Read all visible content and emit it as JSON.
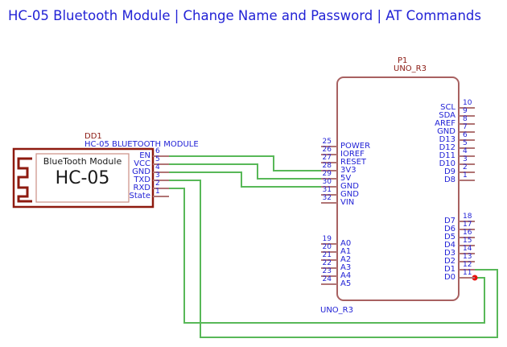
{
  "title": "HC-05 Bluetooth Module | Change Name and Password | AT Commands",
  "colors": {
    "blue_text": "#2222D6",
    "dark_red_text": "#8B1A12",
    "dark_red": "#8E1A0F",
    "component_border": "#A86161",
    "inner_border": "#CC8E84",
    "pin_lead": "#B07474",
    "wire_green": "#58B858",
    "junction_red": "#E8120C",
    "text_black": "#1A1A1A"
  },
  "hc05": {
    "ref": "DD1",
    "label": "HC-05 BLUETOOTH MODULE",
    "board_title": "BlueTooth Module",
    "board_name": "HC-05",
    "pins": [
      {
        "num": "6",
        "name": "EN"
      },
      {
        "num": "5",
        "name": "VCC"
      },
      {
        "num": "4",
        "name": "GND"
      },
      {
        "num": "3",
        "name": "TXD"
      },
      {
        "num": "2",
        "name": "RXD"
      },
      {
        "num": "1",
        "name": "State"
      }
    ]
  },
  "uno": {
    "ref": "P1",
    "value": "UNO_R3",
    "bottom_label": "UNO_R3",
    "power_pins": [
      {
        "num": "25",
        "name": "POWER"
      },
      {
        "num": "26",
        "name": "IOREF"
      },
      {
        "num": "27",
        "name": "RESET"
      },
      {
        "num": "28",
        "name": "3V3"
      },
      {
        "num": "29",
        "name": "5V"
      },
      {
        "num": "30",
        "name": "GND"
      },
      {
        "num": "31",
        "name": "GND"
      },
      {
        "num": "32",
        "name": "VIN"
      }
    ],
    "analog_pins": [
      {
        "num": "19",
        "name": "A0"
      },
      {
        "num": "20",
        "name": "A1"
      },
      {
        "num": "21",
        "name": "A2"
      },
      {
        "num": "22",
        "name": "A3"
      },
      {
        "num": "23",
        "name": "A4"
      },
      {
        "num": "24",
        "name": "A5"
      }
    ],
    "digital_top_pins": [
      {
        "num": "10",
        "name": "SCL"
      },
      {
        "num": "9",
        "name": "SDA"
      },
      {
        "num": "8",
        "name": "AREF"
      },
      {
        "num": "7",
        "name": "GND"
      },
      {
        "num": "6",
        "name": "D13"
      },
      {
        "num": "5",
        "name": "D12"
      },
      {
        "num": "4",
        "name": "D11"
      },
      {
        "num": "3",
        "name": "D10"
      },
      {
        "num": "2",
        "name": "D9"
      },
      {
        "num": "1",
        "name": "D8"
      }
    ],
    "digital_bottom_pins": [
      {
        "num": "18",
        "name": "D7"
      },
      {
        "num": "17",
        "name": "D6"
      },
      {
        "num": "16",
        "name": "D5"
      },
      {
        "num": "15",
        "name": "D4"
      },
      {
        "num": "14",
        "name": "D3"
      },
      {
        "num": "13",
        "name": "D2"
      },
      {
        "num": "12",
        "name": "D1"
      },
      {
        "num": "11",
        "name": "D0"
      }
    ]
  },
  "connections": [
    {
      "from": "HC-05 EN (6)",
      "to": "UNO 3V3 (28)"
    },
    {
      "from": "HC-05 VCC (5)",
      "to": "UNO 5V (29)"
    },
    {
      "from": "HC-05 GND (4)",
      "to": "UNO GND (30)"
    },
    {
      "from": "HC-05 TXD (3)",
      "to": "UNO D1 (12)"
    },
    {
      "from": "HC-05 RXD (2)",
      "to": "UNO D0 (11)"
    }
  ]
}
